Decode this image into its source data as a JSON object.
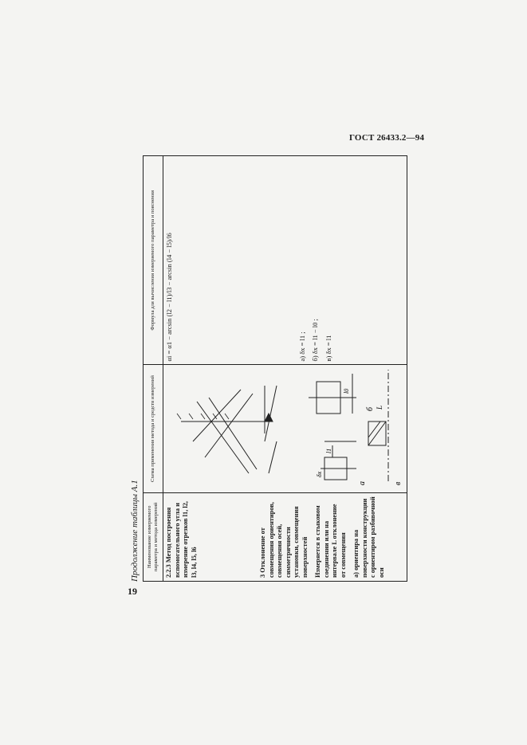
{
  "page": {
    "standard_code": "ГОСТ 26433.2—94",
    "page_number": "19"
  },
  "table": {
    "caption": "Продолжение таблицы А.1",
    "headers": [
      "Наименование измеряемого параметра и метода измерений",
      "Схема применения метода и средств измерений",
      "Формула для вычисления измеряемого параметра и пояснения"
    ],
    "col1": {
      "item_2_2_3": "2.2.3 Метод построения вспомогательного угла и измерение отрезков l1, l2, l3, l4, l5, l6",
      "item_3": "3 Отклонение от совмещения ориентиров, совмещения осей, симметричности установки, совмещения поверхностей",
      "item_3_text": "Измеряется в стыковом соединении или на интервале L отклонение от совмещения",
      "item_3_a": "а) ориентира на поверхности конструкции с ориентиром разбивочной оси"
    },
    "col3": {
      "formula_main": "αi = α1 − arcsin (l2 − l1)/l3 − arcsin (l4 − l5)/l6",
      "formula_a": "а) δx = l1 ;",
      "formula_b": "б) δx = l1 − l0 ;",
      "formula_c": "в) δx = l1"
    },
    "diagram_labels": {
      "panel_a": "а",
      "panel_b": "б",
      "panel_c": "в",
      "dim_L": "L",
      "dim_l1": "l1",
      "dim_l0": "l0",
      "dim_dx": "δx"
    }
  }
}
